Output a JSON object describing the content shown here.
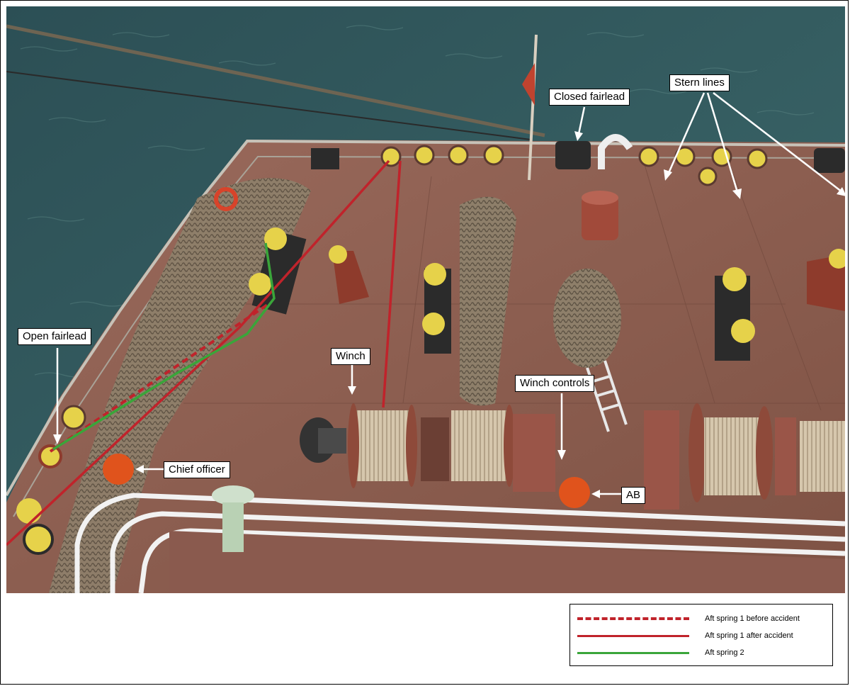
{
  "annotations": {
    "open_fairlead": "Open fairlead",
    "closed_fairlead": "Closed fairlead",
    "stern_lines": "Stern lines",
    "winch": "Winch",
    "winch_controls": "Winch controls",
    "chief_officer": "Chief officer",
    "ab": "AB"
  },
  "legend": {
    "items": [
      {
        "label": "Aft spring 1 before accident",
        "color": "#c0232b",
        "style": "dashed"
      },
      {
        "label": "Aft spring 1 after accident",
        "color": "#c0232b",
        "style": "solid"
      },
      {
        "label": "Aft spring 2",
        "color": "#3aa53a",
        "style": "solid"
      }
    ]
  },
  "colors": {
    "sea": "#2f5a5e",
    "deck": "#8a5d4f",
    "bollard_top": "#e6d24a",
    "person_marker": "#e0531c"
  }
}
